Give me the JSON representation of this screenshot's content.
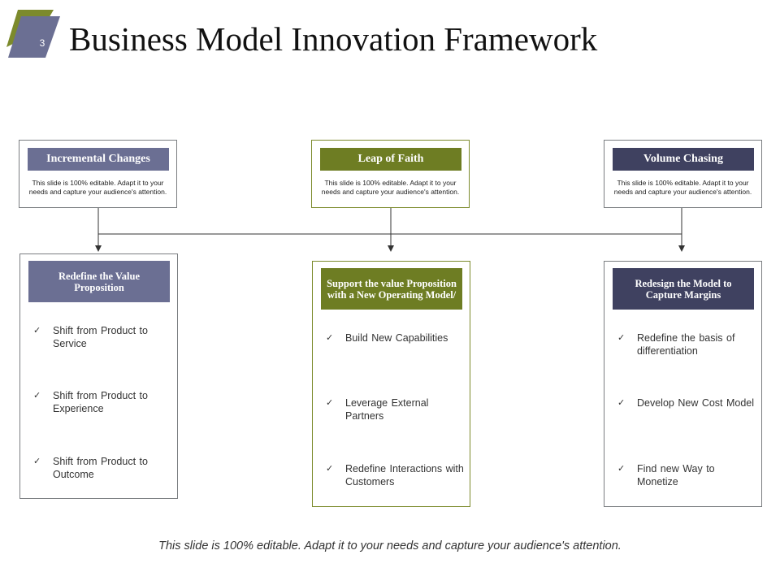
{
  "slide": {
    "number": "3",
    "title": "Business Model Innovation Framework",
    "footer": "This slide is 100% editable. Adapt it to your needs and capture your audience's attention."
  },
  "colors": {
    "slate": "#6b6f93",
    "olive": "#6e7d23",
    "navy": "#3f4160",
    "badge_olive": "#7c8a2c",
    "badge_slate": "#6b6f93"
  },
  "top_boxes": [
    {
      "title": "Incremental Changes",
      "desc": "This slide is 100% editable. Adapt it to your needs and capture your audience's attention."
    },
    {
      "title": "Leap of Faith",
      "desc": "This slide is 100% editable. Adapt it to your needs and capture your audience's attention."
    },
    {
      "title": "Volume Chasing",
      "desc": "This slide is 100% editable. Adapt it to your needs and capture your audience's attention."
    }
  ],
  "bottom_boxes": [
    {
      "title": "Redefine the Value Proposition",
      "items": [
        "Shift from Product to Service",
        "Shift from Product to Experience",
        "Shift from Product to Outcome"
      ]
    },
    {
      "title": "Support the value Proposition with a New Operating Model/",
      "items": [
        "Build New Capabilities",
        "Leverage External Partners",
        "Redefine Interactions with Customers"
      ]
    },
    {
      "title": "Redesign the Model to Capture Margins",
      "items": [
        "Redefine the basis of differentiation",
        "Develop New Cost Model",
        "Find new Way to Monetize"
      ]
    }
  ],
  "check_glyph": "✓"
}
